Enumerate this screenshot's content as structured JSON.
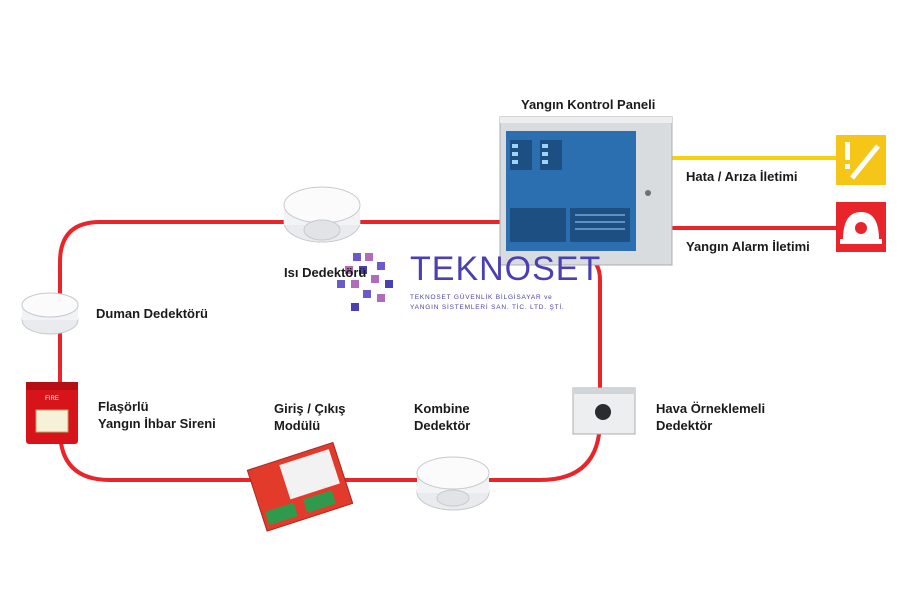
{
  "labels": {
    "panel": "Yangın Kontrol Paneli",
    "fault": "Hata / Arıza İletimi",
    "alarm": "Yangın Alarm İletimi",
    "heat": "Isı Dedektörü",
    "smoke": "Duman Dedektörü",
    "siren_line1": "Flaşörlü",
    "siren_line2": "Yangın İhbar Sireni",
    "io_line1": "Giriş / Çıkış",
    "io_line2": "Modülü",
    "combo_line1": "Kombine",
    "combo_line2": "Dedektör",
    "air_line1": "Hava Örneklemeli",
    "air_line2": "Dedektör"
  },
  "logo": {
    "name": "TEKNOSET",
    "subtitle_line1": "TEKNOSET GÜVENLİK BİLGİSAYAR ve",
    "subtitle_line2": "YANGIN SİSTEMLERİ SAN. TİC. LTD. ŞTİ."
  },
  "device_text": {
    "siren_mark": "FIRE"
  },
  "colors": {
    "loop": "#e8252b",
    "fault_line": "#f5d20a",
    "alarm_line": "#e8252b",
    "panel_front": "#2b6fb0",
    "brand": "#4a3fb3",
    "fault_icon_bg": "#f5c518",
    "alarm_icon_bg": "#e8252b"
  },
  "icons": [
    "fault-screwdriver-icon",
    "fire-helmet-icon"
  ]
}
